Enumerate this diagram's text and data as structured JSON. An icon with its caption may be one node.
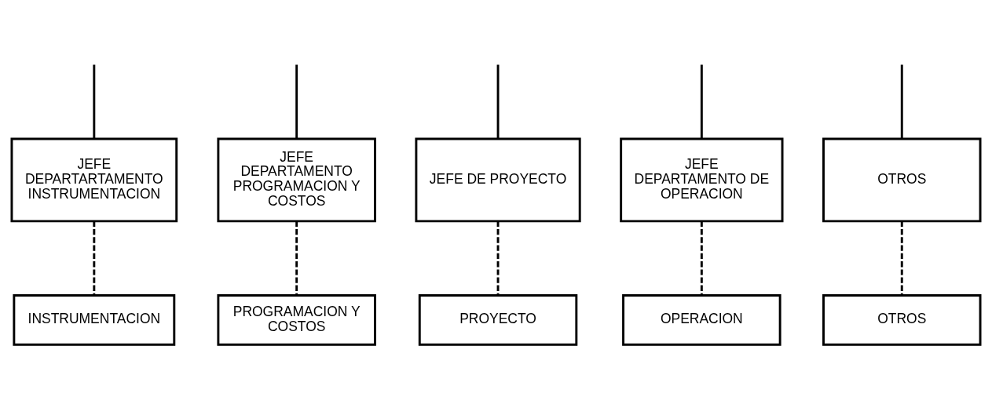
{
  "diagram": {
    "nodes": [
      {
        "text": [
          "JEFE DEPARTARTAMENTO INSTRUMENTACION"
        ]
      },
      {
        "text": [
          "JEFE DEPARTAMENTO PROGRAMACION Y COSTOS"
        ]
      },
      {
        "text": [
          "JEFE DE PROYECTO"
        ]
      },
      {
        "text": [
          "JEFE DEPARTAMENTO DE OPERACION"
        ]
      },
      {
        "text": [
          "OTROS"
        ]
      },
      {
        "text": [
          "INSTRUMENTACION"
        ]
      },
      {
        "text": [
          "PROGRAMACION Y COSTOS"
        ]
      },
      {
        "text": [
          "PROYECTO"
        ]
      },
      {
        "text": [
          "OPERACION"
        ]
      },
      {
        "text": [
          "OTROS"
        ]
      }
    ],
    "edges": [
      {
        "from": null,
        "to": 0,
        "arrow": "none"
      },
      {
        "from": null,
        "to": 1,
        "arrow": "none"
      },
      {
        "from": null,
        "to": 2,
        "arrow": "none"
      },
      {
        "from": null,
        "to": 3,
        "arrow": "none"
      },
      {
        "from": null,
        "to": 4,
        "arrow": "none"
      },
      {
        "from": 0,
        "to": 5,
        "arrow": "none",
        "style": "dashed"
      },
      {
        "from": 1,
        "to": 6,
        "arrow": "none",
        "style": "dashed"
      },
      {
        "from": 2,
        "to": 7,
        "arrow": "none",
        "style": "dashed"
      },
      {
        "from": 3,
        "to": 8,
        "arrow": "none",
        "style": "dashed"
      },
      {
        "from": 4,
        "to": 9,
        "arrow": "none",
        "style": "dashed"
      }
    ]
  }
}
